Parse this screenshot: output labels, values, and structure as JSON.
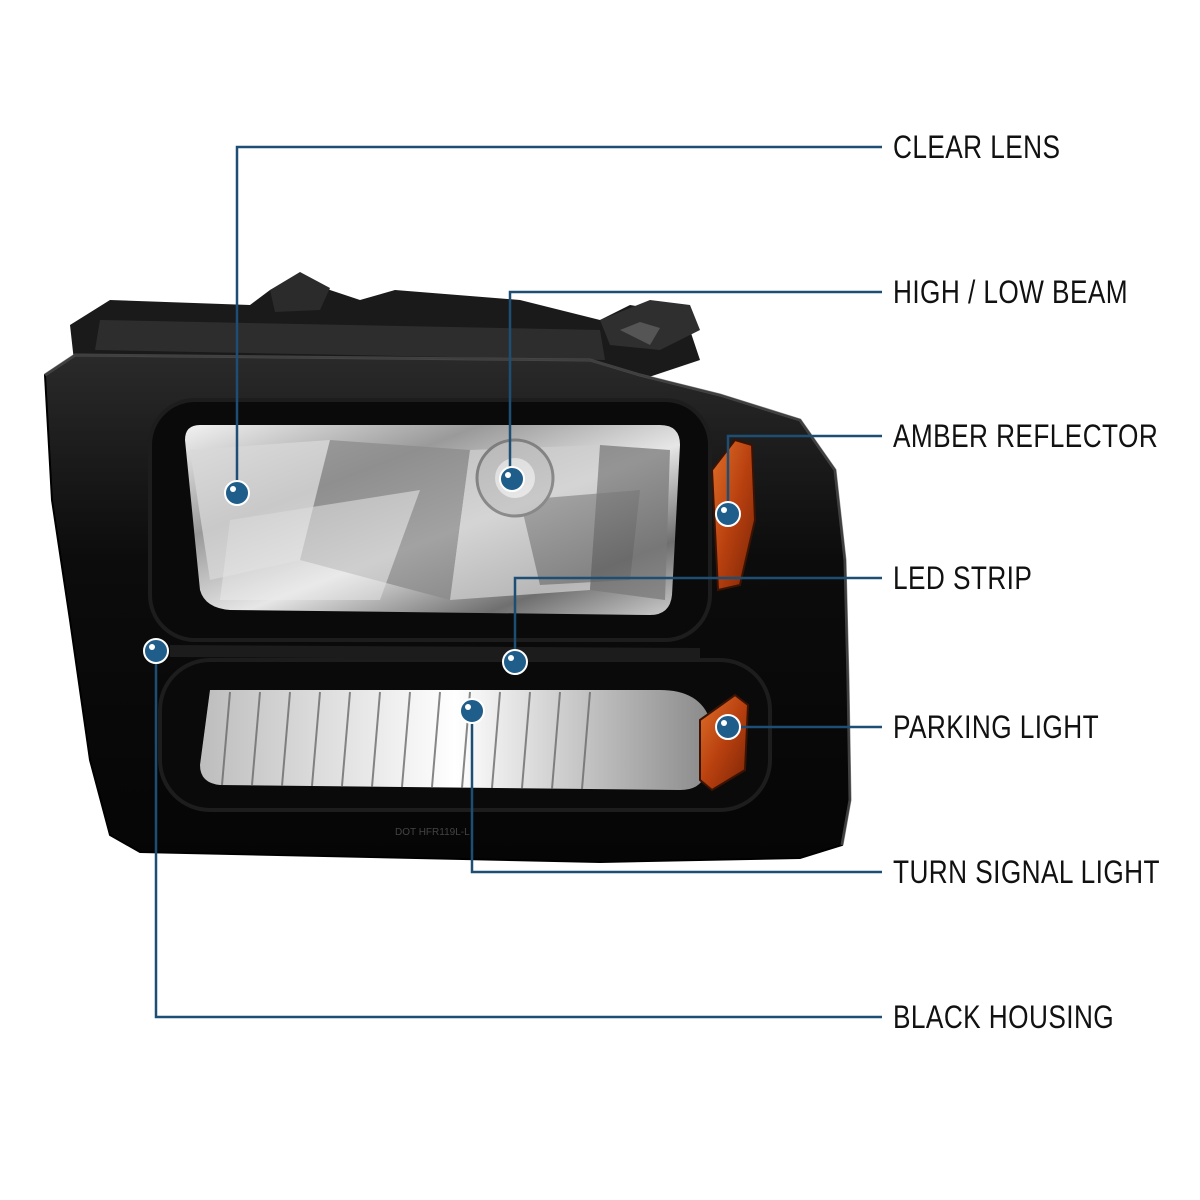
{
  "callouts": [
    {
      "id": "clear-lens",
      "label": "CLEAR LENS"
    },
    {
      "id": "high-low-beam",
      "label": "HIGH / LOW BEAM"
    },
    {
      "id": "amber-reflector",
      "label": "AMBER REFLECTOR"
    },
    {
      "id": "led-strip",
      "label": "LED STRIP"
    },
    {
      "id": "parking-light",
      "label": "PARKING LIGHT"
    },
    {
      "id": "turn-signal-light",
      "label": "TURN SIGNAL LIGHT"
    },
    {
      "id": "black-housing",
      "label": "BLACK HOUSING"
    }
  ],
  "colors": {
    "leader_line": "#1f4e74",
    "marker_fill": "#1f5d8a",
    "housing": "#0d0d0d",
    "amber": "#c24a12"
  },
  "lens_markings": "DOT HFR119L-L"
}
